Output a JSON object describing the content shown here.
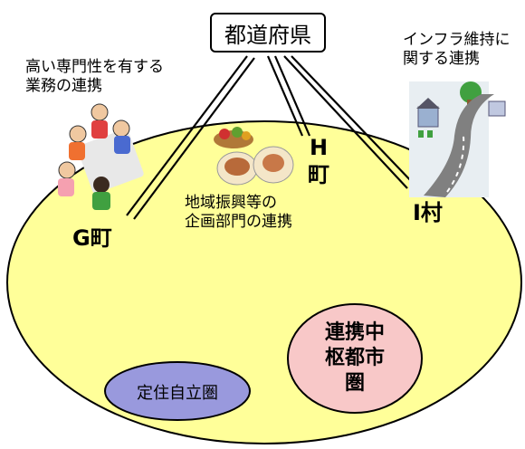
{
  "prefecture": "都道府県",
  "towns": {
    "g": "G町",
    "h": "H\n町",
    "i": "I村"
  },
  "collaborations": {
    "specialized": "高い専門性を有する\n業務の連携",
    "infrastructure": "インフラ維持に\n関する連携",
    "planning": "地域振興等の\n企画部門の連携"
  },
  "zones": {
    "settlement": "定住自立圏",
    "central": "連携中\n枢都市\n圏"
  },
  "colors": {
    "main_area": "#ffff99",
    "settlement_area": "#9999dd",
    "central_area": "#f8c8c8"
  }
}
